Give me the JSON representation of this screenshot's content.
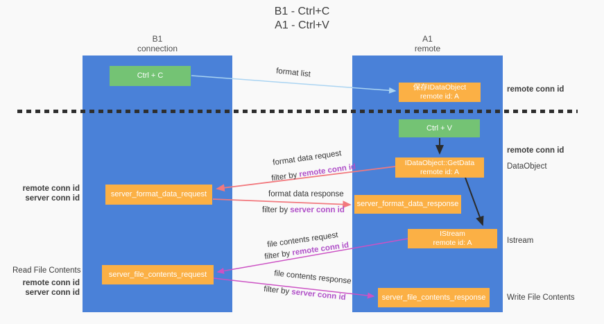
{
  "title": {
    "line1": "B1 - Ctrl+C",
    "line2": "A1 - Ctrl+V"
  },
  "lanes": {
    "left": {
      "name": "B1",
      "role": "connection"
    },
    "right": {
      "name": "A1",
      "role": "remote"
    }
  },
  "nodes": {
    "ctrl_c": {
      "label": "Ctrl + C"
    },
    "ctrl_v": {
      "label": "Ctrl + V"
    },
    "save_idataobject": {
      "line1": "保存IDataObject",
      "line2": "remote id: A"
    },
    "getdata": {
      "line1": "IDataObject::GetData",
      "line2": "remote id: A"
    },
    "istream": {
      "line1": "IStream",
      "line2": "remote id: A"
    },
    "server_format_data_request": {
      "label": "server_format_data_request"
    },
    "server_format_data_response": {
      "label": "server_format_data_response"
    },
    "server_file_contents_request": {
      "label": "server_file_contents_request"
    },
    "server_file_contents_response": {
      "label": "server_file_contents_response"
    }
  },
  "edge_labels": {
    "format_list": "format list",
    "format_data_request": "format data request",
    "format_data_response": "format data response",
    "file_contents_request": "file contents request",
    "file_contents_response": "file contents response",
    "filter_by": "filter by ",
    "remote_conn_id": "remote conn id",
    "server_conn_id": "server conn id"
  },
  "side_labels": {
    "left_remote_conn_id": "remote conn id",
    "left_server_conn_id": "server conn id",
    "read_file_contents": "Read File Contents",
    "right_remote_conn_id_top": "remote conn id",
    "right_remote_conn_id_mid": "remote conn id",
    "dataobject": "DataObject",
    "istream": "Istream",
    "write_file_contents": "Write File Contents"
  },
  "colors": {
    "background": "#f9f9f9",
    "lane_blue": "#4a81d8",
    "node_orange": "#fbb045",
    "node_green": "#74c374",
    "purple_id": "#b050c8",
    "green_id": "#62bb66",
    "arrow_salmon": "#f2797e",
    "arrow_magenta": "#cc52c4",
    "arrow_lightblue": "#aad4f2",
    "arrow_black": "#2b2b2b"
  }
}
